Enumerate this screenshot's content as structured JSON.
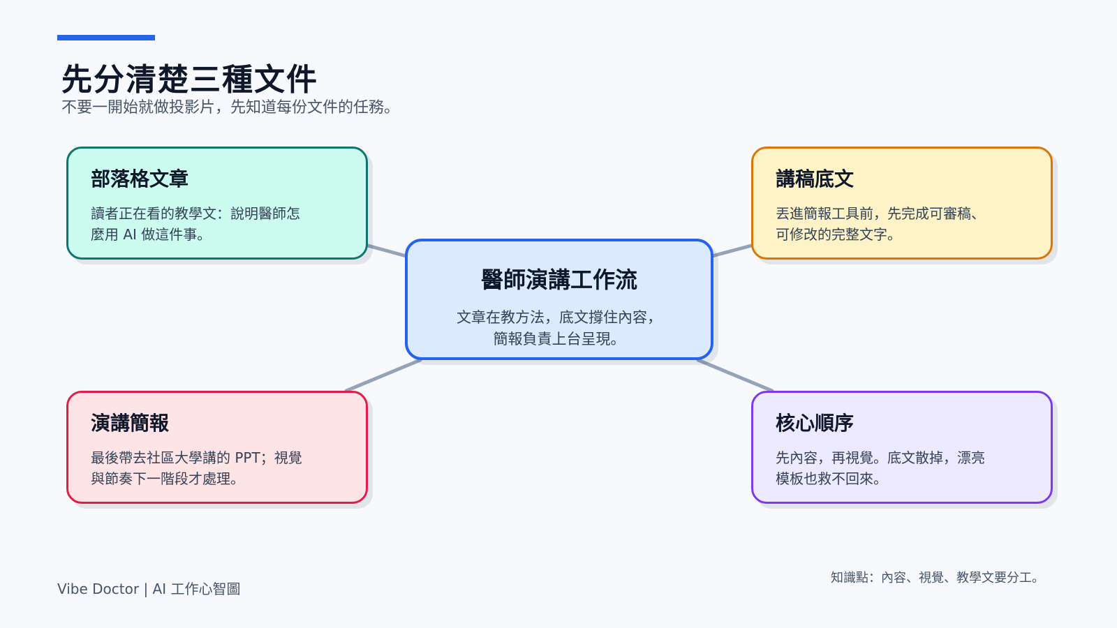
{
  "header": {
    "title": "先分清楚三種文件",
    "subtitle": "不要一開始就做投影片，先知道每份文件的任務。"
  },
  "center": {
    "title": "醫師演講工作流",
    "desc_lines": [
      "文章在教方法，底文撐住內容，",
      "簡報負責上台呈現。"
    ]
  },
  "cards": {
    "blog": {
      "title": "部落格文章",
      "desc_lines": [
        "讀者正在看的教學文：說明醫師怎",
        "麼用 AI 做這件事。"
      ]
    },
    "script": {
      "title": "講稿底文",
      "desc_lines": [
        "丟進簡報工具前，先完成可審稿、",
        "可修改的完整文字。"
      ]
    },
    "slides": {
      "title": "演講簡報",
      "desc_lines": [
        "最後帶去社區大學講的 PPT；視覺",
        "與節奏下一階段才處理。"
      ]
    },
    "order": {
      "title": "核心順序",
      "desc_lines": [
        "先內容，再視覺。底文散掉，漂亮",
        "模板也救不回來。"
      ]
    }
  },
  "footer": {
    "left": "Vibe Doctor | AI 工作心智圖",
    "right": "知識點：內容、視覺、教學文要分工。"
  },
  "colors": {
    "accent": "#2563eb",
    "blog_border": "#0f766e",
    "script_border": "#d97706",
    "slides_border": "#e11d48",
    "order_border": "#7c3aed",
    "connector": "#94a3b8"
  }
}
